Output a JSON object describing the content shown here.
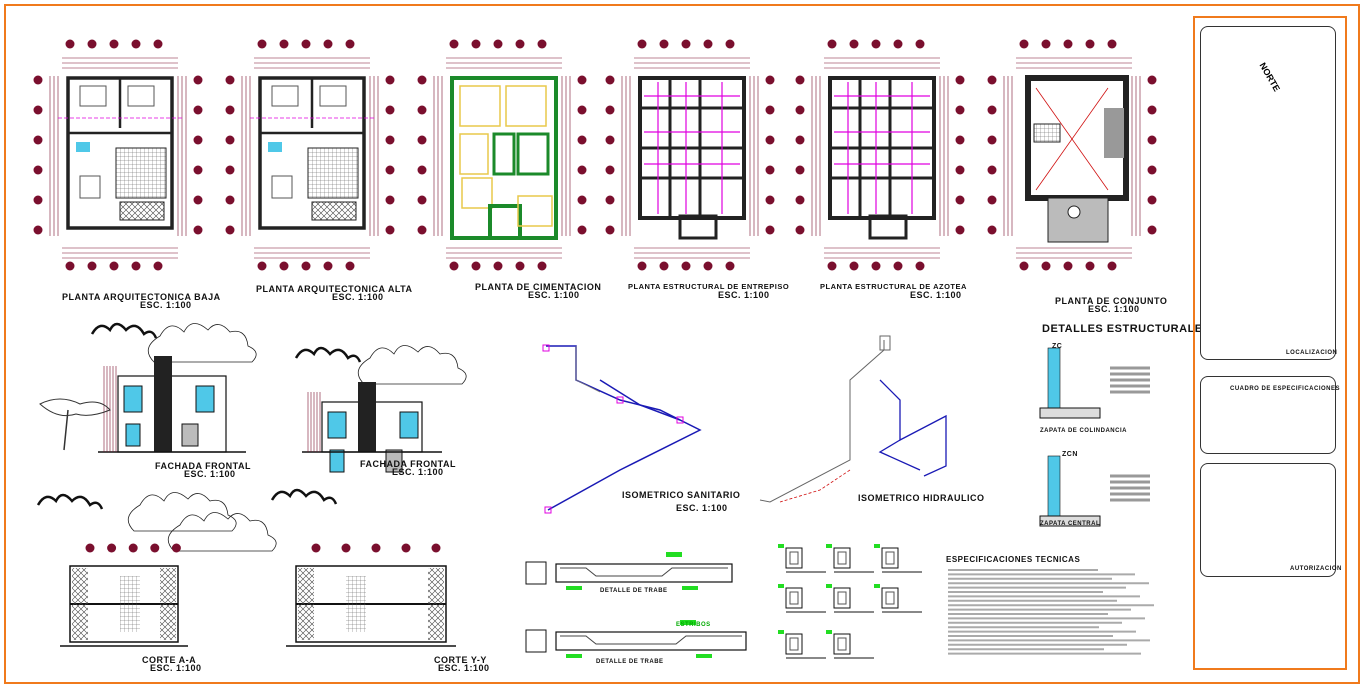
{
  "colors": {
    "frame": "#f07a1c",
    "axis": "#7a0f2e",
    "wall": "#222222",
    "magenta": "#e000e0",
    "green": "#1b8a2a",
    "blue": "#1a1ab5",
    "yellow": "#e8c94a",
    "red": "#d01010",
    "highlight": "#22dd22",
    "cyan": "#4fc8e8"
  },
  "plans": [
    {
      "title": "PLANTA ARQUITECTONICA BAJA",
      "scale": "ESC. 1:100"
    },
    {
      "title": "PLANTA ARQUITECTONICA ALTA",
      "scale": "ESC. 1:100"
    },
    {
      "title": "PLANTA DE CIMENTACION",
      "scale": "ESC. 1:100"
    },
    {
      "title": "PLANTA ESTRUCTURAL DE ENTREPISO",
      "scale": "ESC. 1:100"
    },
    {
      "title": "PLANTA ESTRUCTURAL DE AZOTEA",
      "scale": "ESC. 1:100"
    },
    {
      "title": "PLANTA DE CONJUNTO",
      "scale": "ESC. 1:100"
    }
  ],
  "facades": [
    {
      "title": "FACHADA FRONTAL",
      "scale": "ESC. 1:100"
    },
    {
      "title": "FACHADA FRONTAL",
      "scale": "ESC. 1:100"
    }
  ],
  "sections": [
    {
      "title": "CORTE A-A",
      "scale": "ESC. 1:100"
    },
    {
      "title": "CORTE Y-Y",
      "scale": "ESC. 1:100"
    }
  ],
  "isometrics": {
    "sanitario": "ISOMETRICO SANITARIO",
    "sanitario_scale": "ESC. 1:100",
    "hidraulico": "ISOMETRICO HIDRAULICO"
  },
  "details": {
    "title": "DETALLES ESTRUCTURALES",
    "zapata1": "ZAPATA DE COLINDANCIA",
    "zapata2": "ZAPATA CENTRAL",
    "tag1": "ZC",
    "tag2": "ZCN",
    "viga1": "DETALLE DE TRABE",
    "viga2": "DETALLE DE TRABE",
    "beam_tag": "ESTRIBOS"
  },
  "specs": {
    "title": "ESPECIFICACIONES TECNICAS"
  },
  "title_block": {
    "north": "NORTE",
    "localizacion": "LOCALIZACION",
    "cuadro": "CUADRO DE ESPECIFICACIONES",
    "autorizacion": "AUTORIZACION"
  }
}
